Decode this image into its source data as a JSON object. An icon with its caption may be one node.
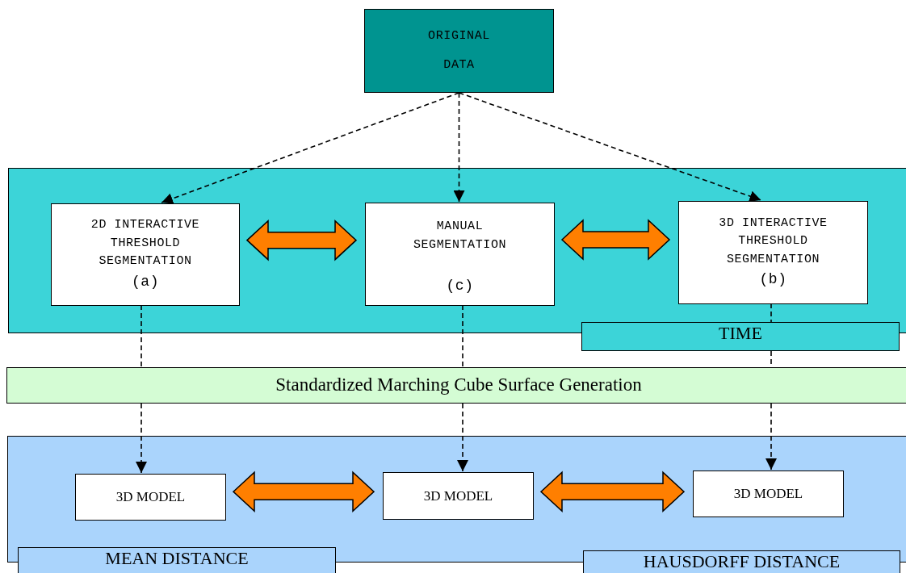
{
  "diagram": {
    "nodes": [
      {
        "text": [
          "ORIGINAL DATA"
        ]
      },
      {
        "text": [],
        "shape": "box"
      },
      {
        "text": [
          "2D INTERACTIVE THRESHOLD SEGMENTATION",
          "(a)"
        ],
        "in": 1
      },
      {
        "text": [
          "MANUAL SEGMENTATION",
          "(c)"
        ],
        "in": 1
      },
      {
        "text": [
          "3D INTERACTIVE THRESHOLD SEGMENTATION",
          "(b)"
        ],
        "in": 1
      },
      {
        "text": [
          "TIME"
        ]
      },
      {
        "text": [
          "Standardized Marching Cube Surface Generation"
        ]
      },
      {
        "text": [],
        "shape": "box"
      },
      {
        "text": [
          "3D MODEL"
        ],
        "in": 7
      },
      {
        "text": [
          "3D MODEL"
        ],
        "in": 7
      },
      {
        "text": [
          "3D MODEL"
        ],
        "in": 7
      },
      {
        "text": [
          "MEAN DISTANCE"
        ]
      },
      {
        "text": [
          "HAUSDORFF DISTANCE"
        ]
      }
    ],
    "edges": [
      {
        "from": 0,
        "to": 2,
        "arrow": "to",
        "style": "dashed"
      },
      {
        "from": 0,
        "to": 3,
        "arrow": "to",
        "style": "dashed"
      },
      {
        "from": 0,
        "to": 4,
        "arrow": "to",
        "style": "dashed"
      },
      {
        "from": 2,
        "to": 3,
        "arrow": "both",
        "style": "thick",
        "color": "#ff7f00"
      },
      {
        "from": 3,
        "to": 4,
        "arrow": "both",
        "style": "thick",
        "color": "#ff7f00"
      },
      {
        "from": 2,
        "to": 6,
        "arrow": "none",
        "style": "dashed"
      },
      {
        "from": 6,
        "to": 8,
        "arrow": "to",
        "style": "dashed"
      },
      {
        "from": 3,
        "to": 6,
        "arrow": "none",
        "style": "dashed"
      },
      {
        "from": 6,
        "to": 9,
        "arrow": "to",
        "style": "dashed"
      },
      {
        "from": 4,
        "to": 5,
        "arrow": "none",
        "style": "dashed"
      },
      {
        "from": 5,
        "to": 6,
        "arrow": "none",
        "style": "dashed"
      },
      {
        "from": 6,
        "to": 10,
        "arrow": "to",
        "style": "dashed"
      },
      {
        "from": 8,
        "to": 9,
        "arrow": "both",
        "style": "thick",
        "color": "#ff7f00"
      },
      {
        "from": 9,
        "to": 10,
        "arrow": "both",
        "style": "thick",
        "color": "#ff7f00"
      }
    ]
  }
}
